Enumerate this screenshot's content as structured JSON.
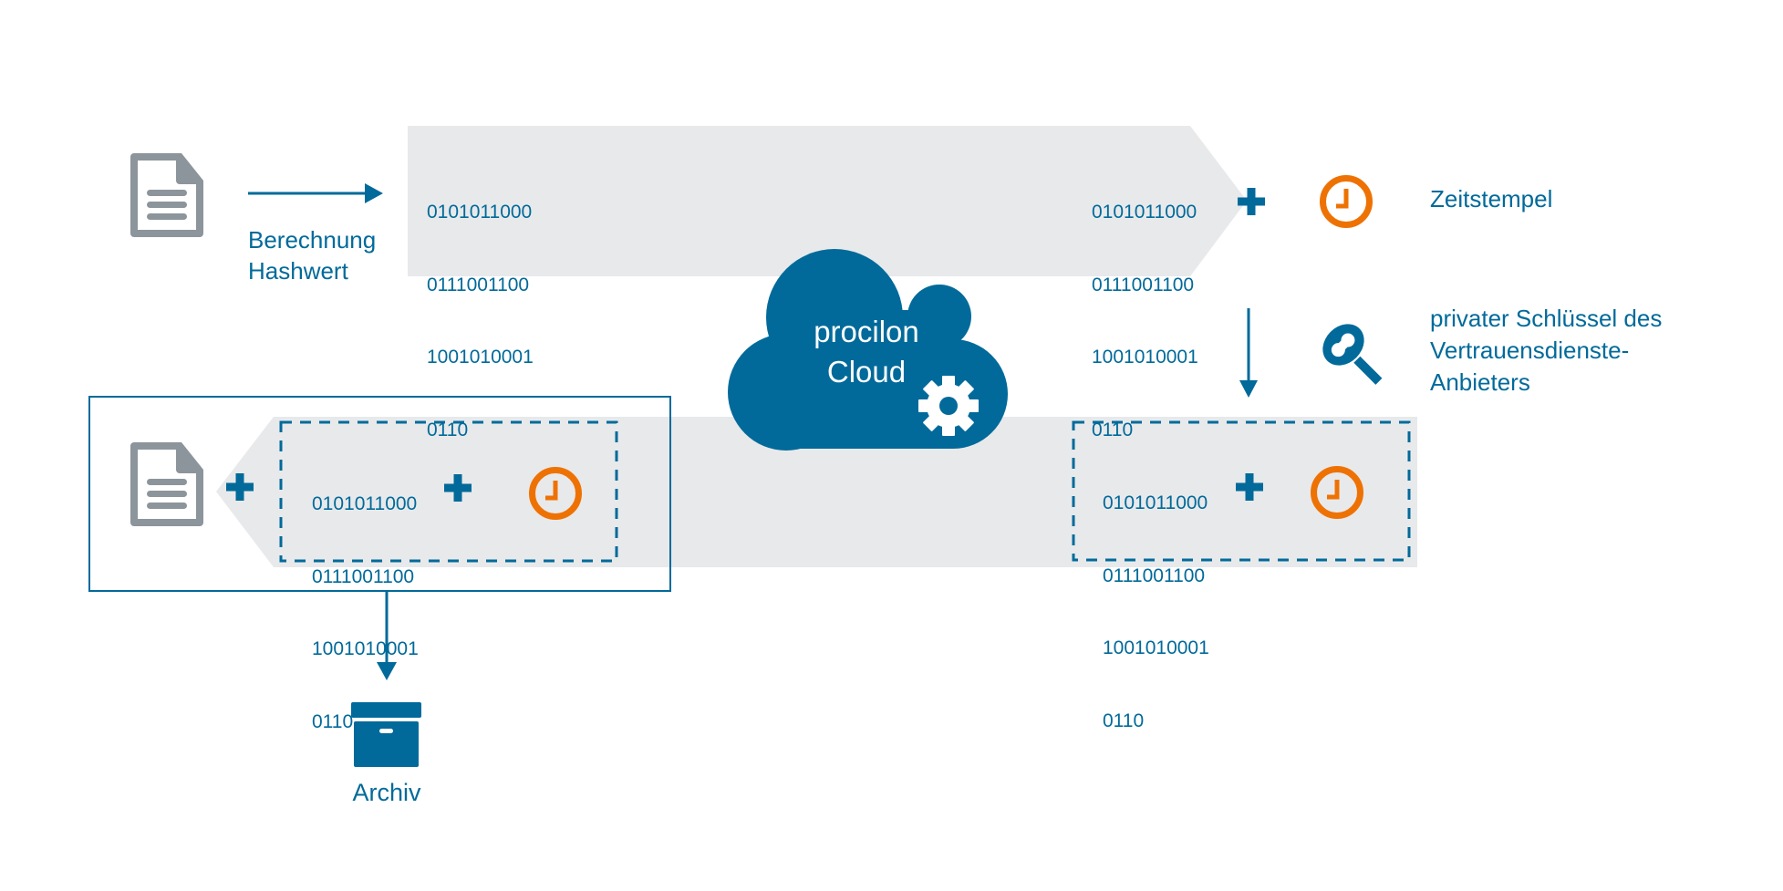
{
  "colors": {
    "brand_blue": "#016a9a",
    "accent_orange": "#ee7203",
    "band_gray": "#e8e9eb",
    "icon_gray": "#8c959b"
  },
  "step1": {
    "label_line1": "Berechnung",
    "label_line2": "Hashwert",
    "hash_lines": [
      "0101011000",
      "0111001100",
      "1001010001",
      "0110"
    ]
  },
  "step2": {
    "hash_lines": [
      "0101011000",
      "0111001100",
      "1001010001",
      "0110"
    ],
    "plus": "+",
    "timestamp_label": "Zeitstempel"
  },
  "cloud": {
    "line1": "procilon",
    "line2": "Cloud"
  },
  "key": {
    "label_line1": "privater Schlüssel des",
    "label_line2": "Vertrauensdienste-",
    "label_line3": "Anbieters"
  },
  "step3": {
    "hash_lines": [
      "0101011000",
      "0111001100",
      "1001010001",
      "0110"
    ],
    "plus": "+"
  },
  "result": {
    "hash_lines": [
      "0101011000",
      "0111001100",
      "1001010001",
      "0110"
    ],
    "plus_doc": "+",
    "plus_ts": "+"
  },
  "archive": {
    "label": "Archiv"
  }
}
